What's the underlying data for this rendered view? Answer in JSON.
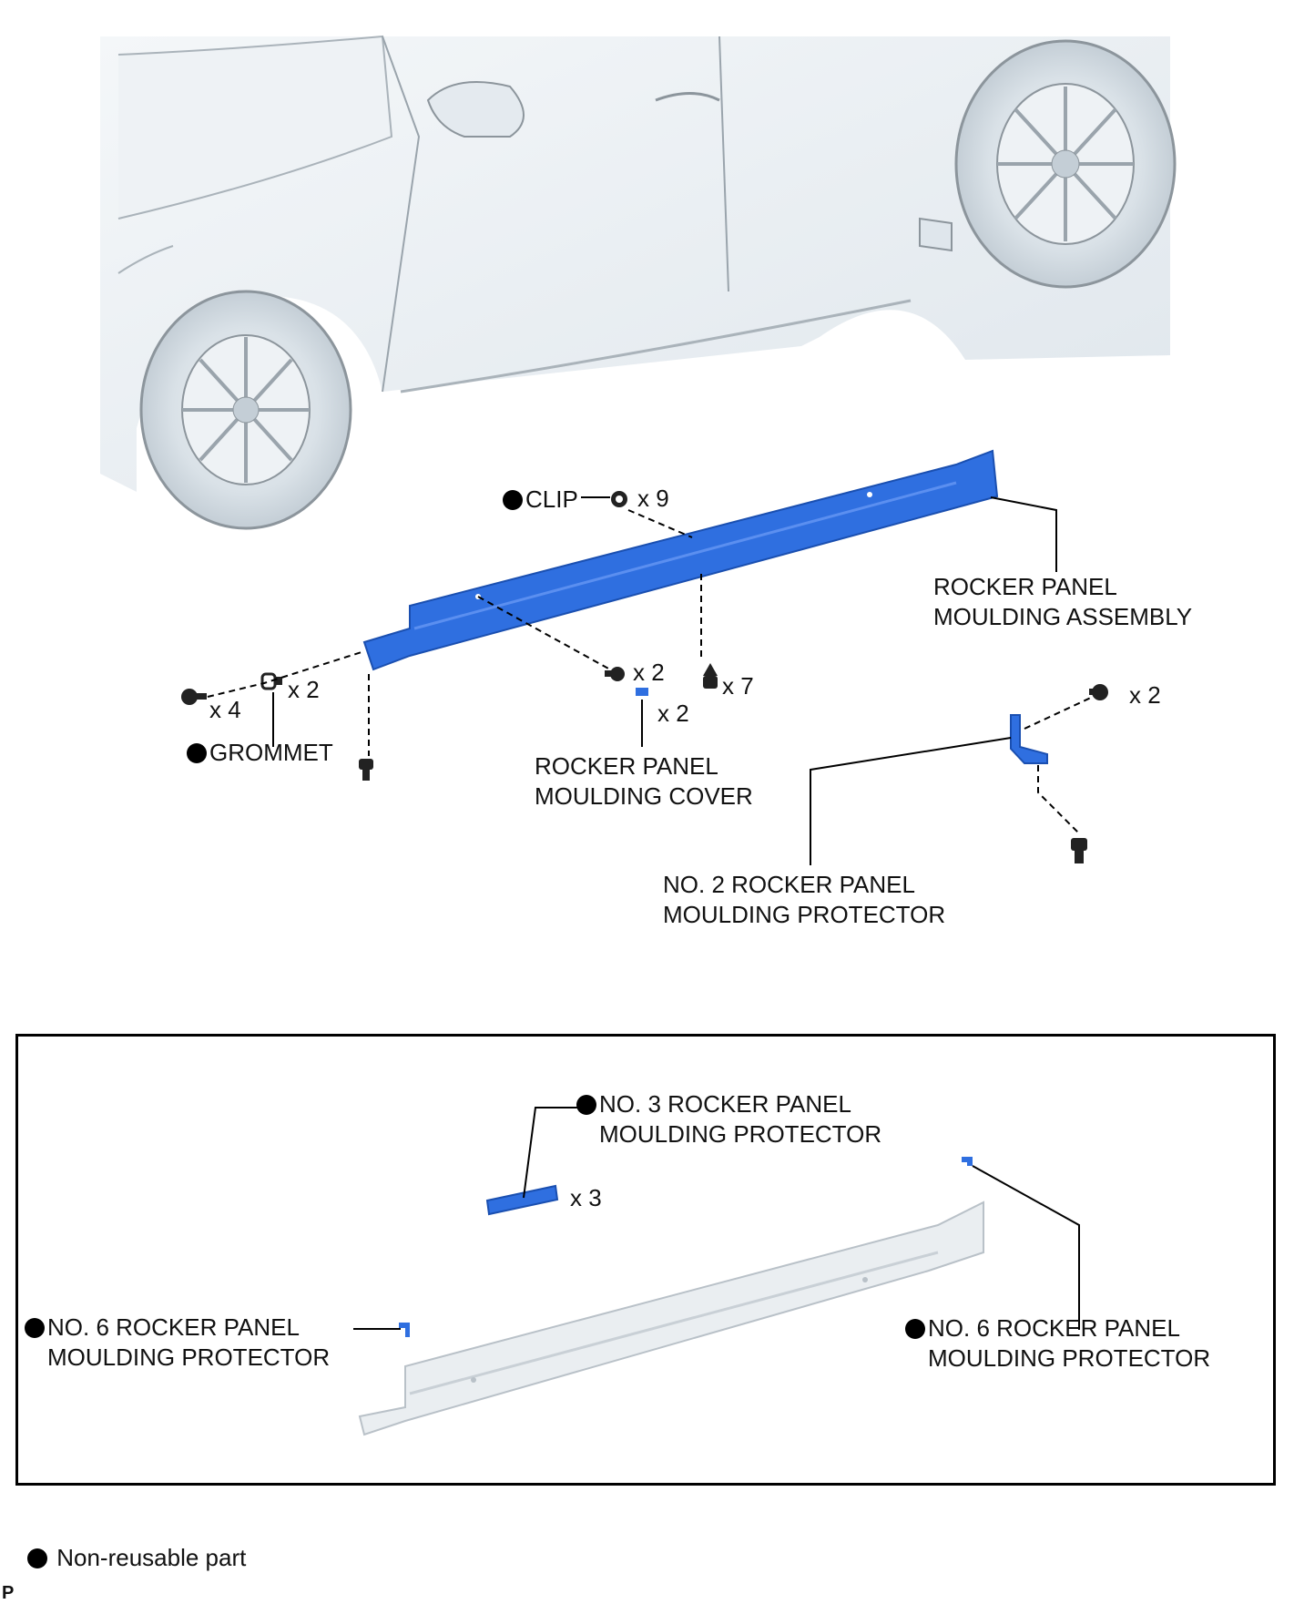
{
  "colors": {
    "part_highlight": "#2f6fe0",
    "car_body": "#e8eef3",
    "outline": "#8c959c"
  },
  "labels": {
    "clip": "CLIP",
    "grommet": "GROMMET",
    "rocker_assembly_1": "ROCKER PANEL",
    "rocker_assembly_2": "MOULDING ASSEMBLY",
    "cover_1": "ROCKER PANEL",
    "cover_2": "MOULDING COVER",
    "no2_1": "NO. 2 ROCKER PANEL",
    "no2_2": "MOULDING PROTECTOR",
    "no3_1": "NO. 3 ROCKER PANEL",
    "no3_2": "MOULDING PROTECTOR",
    "no6_left_1": "NO. 6 ROCKER PANEL",
    "no6_left_2": "MOULDING PROTECTOR",
    "no6_right_1": "NO. 6 ROCKER PANEL",
    "no6_right_2": "MOULDING PROTECTOR"
  },
  "quantities": {
    "clip": "x 9",
    "grommet": "x 2",
    "screw_left": "x 4",
    "screw_mid": "x 2",
    "cover": "x 2",
    "clip_7": "x 7",
    "protector_bolt": "x 2",
    "no3": "x 3"
  },
  "legend": {
    "text": "Non-reusable part"
  },
  "figure_code": "P"
}
